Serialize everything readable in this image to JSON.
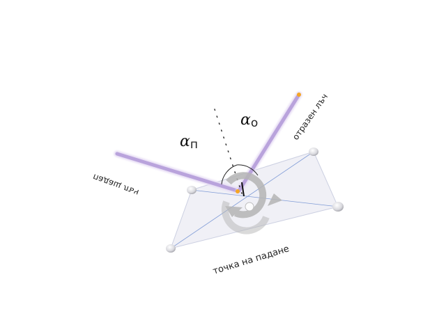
{
  "labels": {
    "incident_ray": "падащ лъч",
    "reflected_ray": "отразен лъч",
    "incidence_point": "точка на падане"
  },
  "angles": {
    "incidence_symbol": "α",
    "incidence_subscript": "п",
    "reflection_symbol": "α",
    "reflection_subscript": "о"
  },
  "colors": {
    "ray": "#b9a3dc",
    "ray_glow": "#e6dcf4",
    "plane_fill": "#f0f0f6",
    "plane_edge": "#c9cde0",
    "plane_diagonal": "#7f9bd6",
    "normal_line": "#333333",
    "accent_point": "#f5a623",
    "rotate_control": "#b5b5b5"
  },
  "icons": {
    "rotate_control": "rotate-icon"
  }
}
